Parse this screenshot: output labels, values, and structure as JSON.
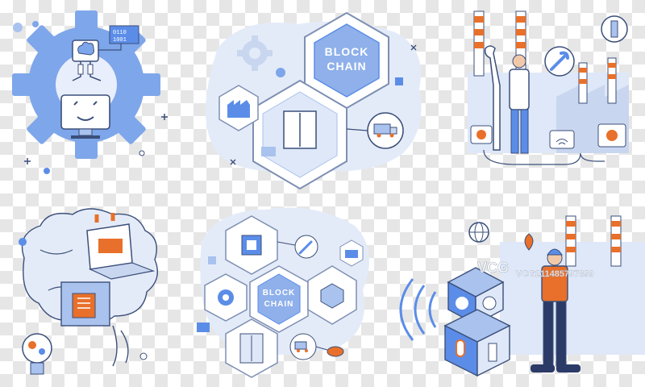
{
  "illustrations": {
    "top_center_hex_text_line1": "BLOCK",
    "top_center_hex_text_line2": "CHAIN",
    "bottom_center_hex_text_line1": "BLOCK",
    "bottom_center_hex_text_line2": "CHAIN",
    "binary_tag": "0110\n1001"
  },
  "watermark": {
    "brand": "VCG",
    "code": "VCG211485797899"
  },
  "colors": {
    "accent_blue": "#5b8de8",
    "light_blue": "#dfe8f8",
    "mid_blue": "#a9c2ee",
    "dark_navy": "#2b3a67",
    "orange": "#e8702a",
    "outline": "#3b4f7a"
  }
}
